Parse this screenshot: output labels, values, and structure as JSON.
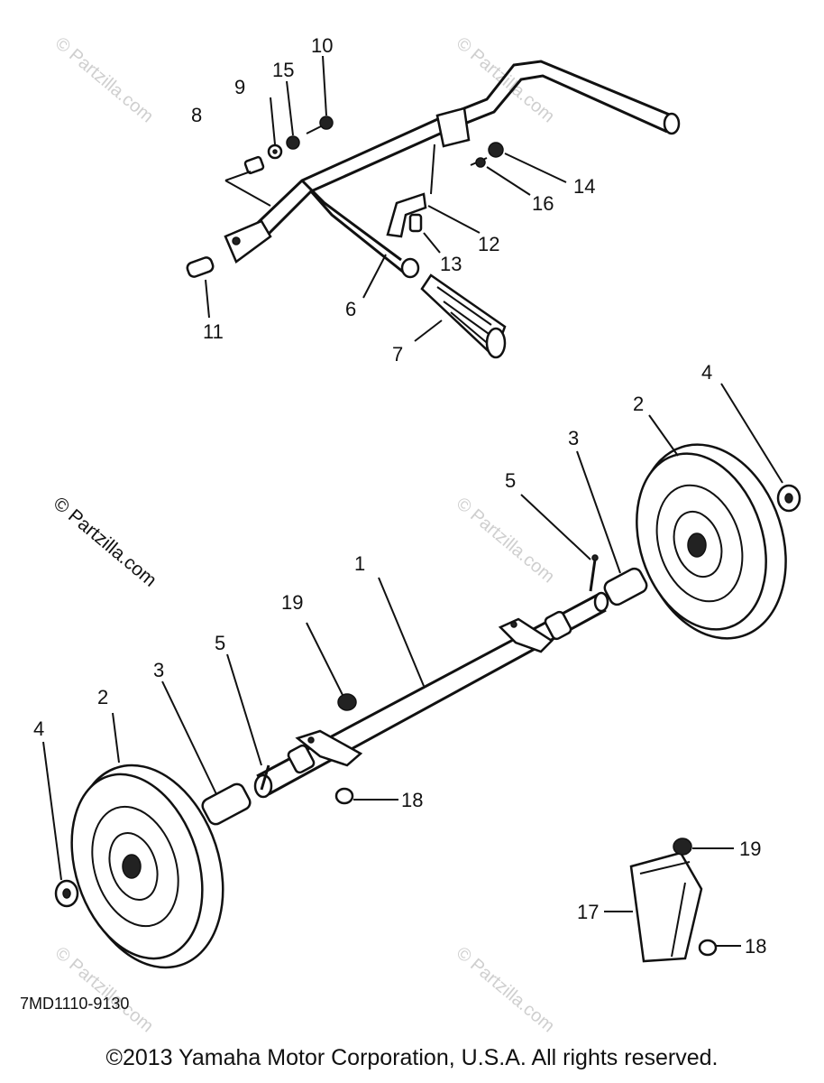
{
  "callouts": {
    "c1": "1",
    "c2a": "2",
    "c2b": "2",
    "c3a": "3",
    "c3b": "3",
    "c4a": "4",
    "c4b": "4",
    "c5a": "5",
    "c5b": "5",
    "c6": "6",
    "c7": "7",
    "c8": "8",
    "c9": "9",
    "c10": "10",
    "c11": "11",
    "c12": "12",
    "c13": "13",
    "c14": "14",
    "c15": "15",
    "c16": "16",
    "c17": "17",
    "c18a": "18",
    "c18b": "18",
    "c19a": "19",
    "c19b": "19"
  },
  "watermarks": {
    "light": "© Partzilla.com",
    "dark": "© Partzilla.com"
  },
  "diagram_code": "7MD1110-9130",
  "copyright": "©2013  Yamaha Motor Corporation, U.S.A. All rights reserved."
}
